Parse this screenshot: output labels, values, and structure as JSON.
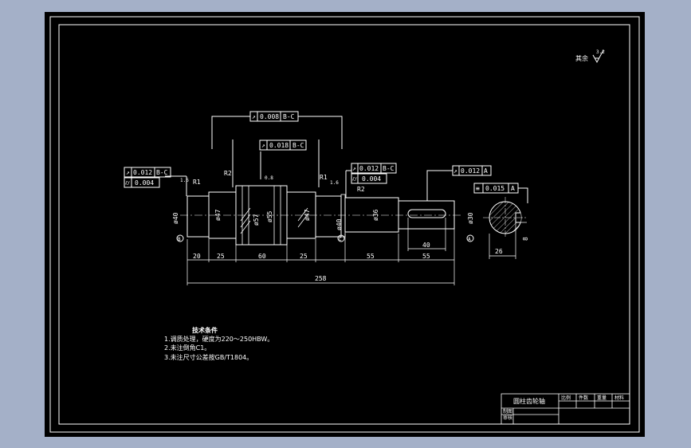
{
  "drawing": {
    "surface_finish_note": "其余",
    "surface_finish_value": "3.2",
    "title": "圆柱齿轮轴",
    "gdt": {
      "runout_top": "0.008",
      "runout_top_ref": "B-C",
      "runout_mid": "0.018",
      "runout_mid_ref": "B-C",
      "left_runout": "0.012",
      "left_runout_ref": "B-C",
      "left_cyl": "0.004",
      "right_runout": "0.012",
      "right_runout_ref": "B-C",
      "right_cyl": "0.004",
      "keyway_runout": "0.012",
      "keyway_runout_ref": "A",
      "symmetry": "0.015",
      "symmetry_ref": "A"
    },
    "diameters": [
      "ø40",
      "ø47",
      "ø57",
      "ø55",
      "ø47",
      "ø40",
      "ø36",
      "ø30"
    ],
    "lengths": [
      "20",
      "25",
      "60",
      "25",
      "55",
      "40",
      "55",
      "258"
    ],
    "radii": [
      "R1",
      "R2",
      "R1",
      "R2"
    ],
    "section_dims": [
      "26",
      "8"
    ],
    "finish_marks": [
      "1.6",
      "0.8",
      "1.6"
    ],
    "datum_labels": [
      "B",
      "C",
      "A"
    ],
    "tech_title": "技术条件",
    "tech_notes": [
      "1.调质处理，硬度为220～250HBW。",
      "2.未注倒角C1。",
      "3.未注尺寸公差按GB/T1804。"
    ],
    "title_block": {
      "cells": [
        "比例",
        "件数",
        "重量",
        "材料"
      ],
      "rows": [
        "制图",
        "审核"
      ]
    }
  }
}
